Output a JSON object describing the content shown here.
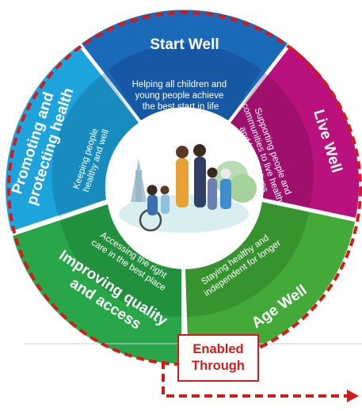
{
  "segments": {
    "start_well": {
      "title": "Start Well",
      "subtitle_lines": [
        "Helping all children and",
        "young people achieve",
        "the best start in life"
      ]
    },
    "live_well": {
      "title": "Live Well",
      "subtitle_lines": [
        "Supporting people and",
        "communities to live healthy",
        "and happier lives"
      ]
    },
    "age_well": {
      "title": "Age Well",
      "subtitle_lines": [
        "Staying healthy and",
        "independent for longer"
      ]
    },
    "improving_quality": {
      "title_lines": [
        "Improving quality",
        "and access"
      ],
      "subtitle_lines": [
        "Accessing the right",
        "care in the best place"
      ]
    },
    "promoting_health": {
      "title_lines": [
        "Promoting and",
        "protecting health"
      ],
      "subtitle_lines": [
        "Keeping people",
        "healthy and well"
      ]
    }
  },
  "badge": {
    "label": "Enabled\nThrough"
  },
  "colors": {
    "start_well": "#1b69b9",
    "live_well": "#b9127f",
    "age_well": "#43a939",
    "improving_quality": "#2aa64a",
    "promoting_health": "#1ea4dd",
    "dashed_outline": "#d51a1a"
  },
  "illustration": {
    "name": "community-illustration"
  }
}
